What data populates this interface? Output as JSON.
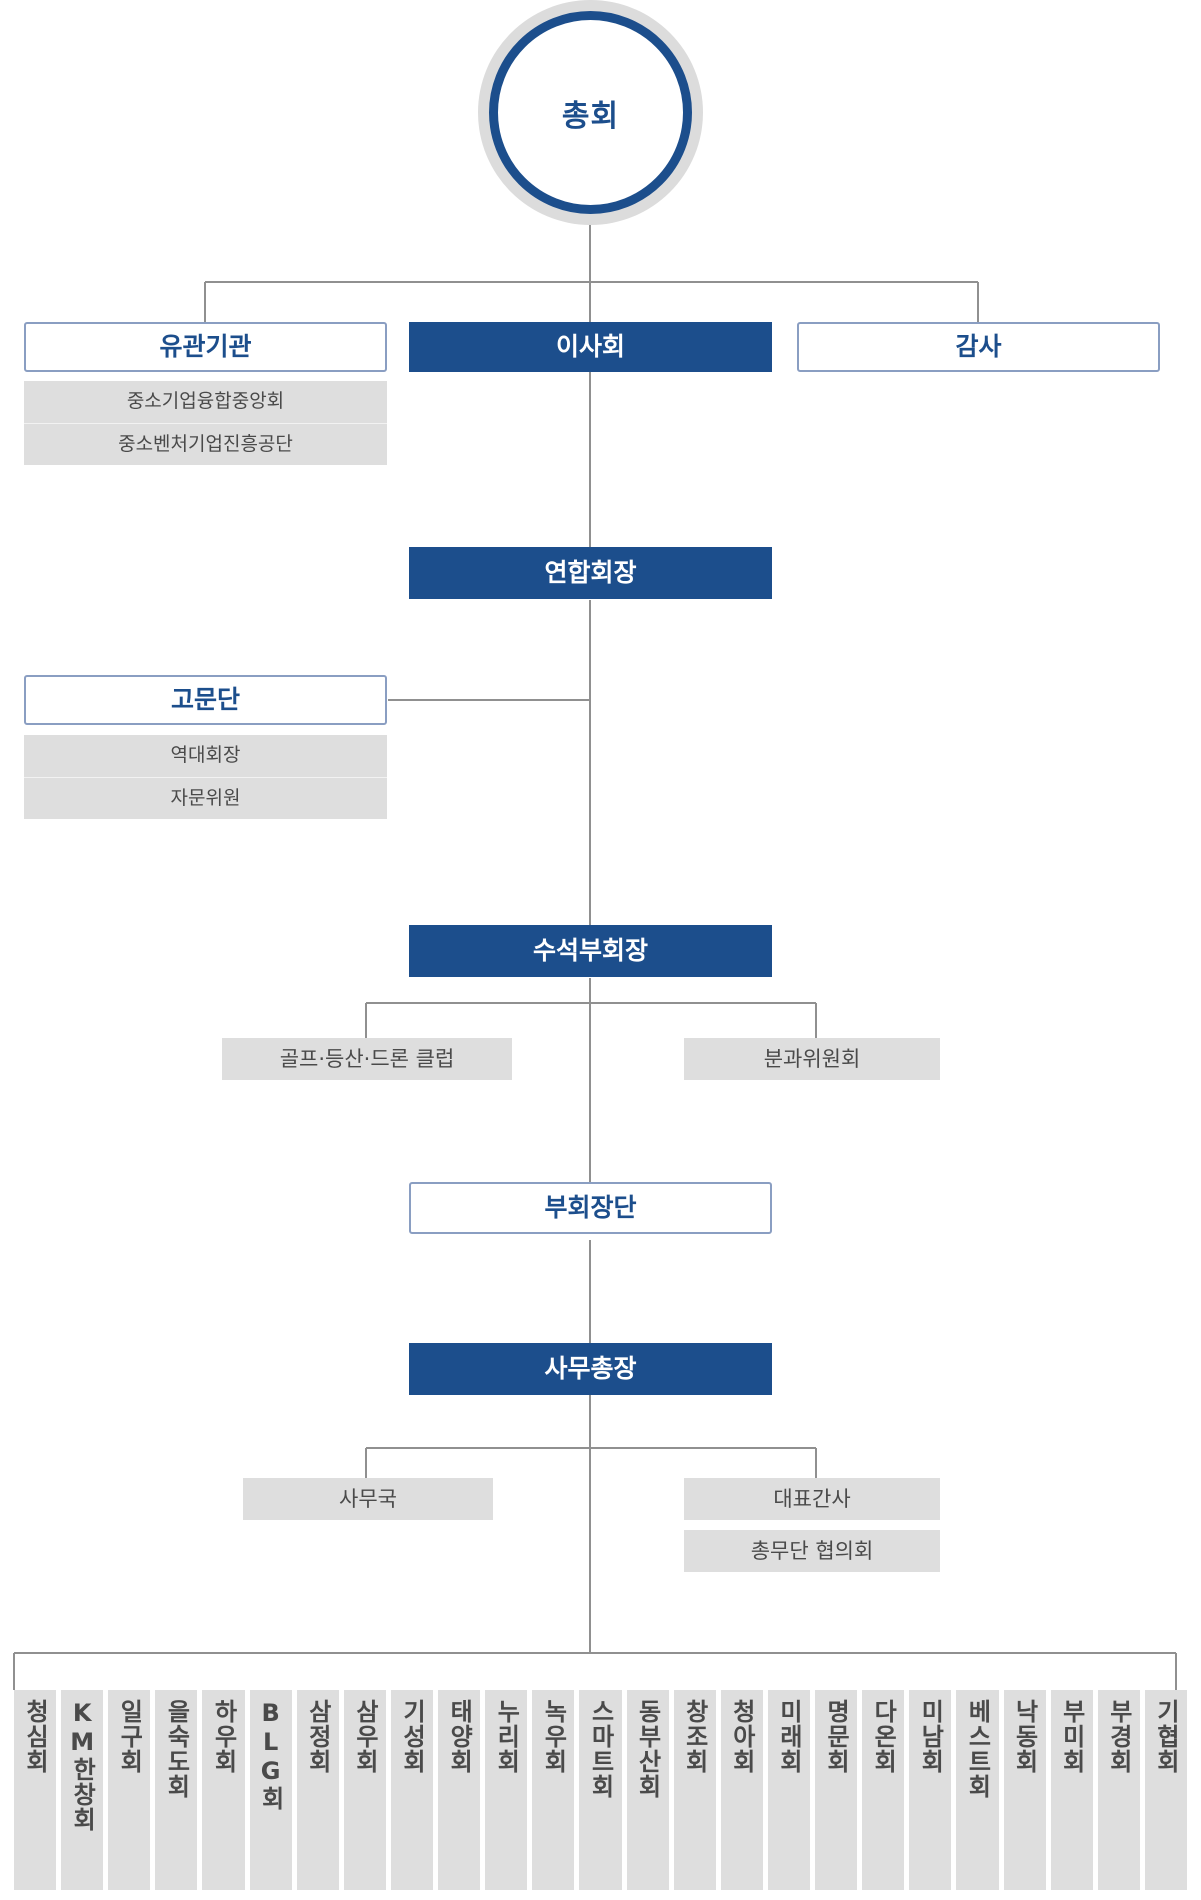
{
  "meta": {
    "title": "조직도",
    "colors": {
      "brand_blue": "#1c4e8c",
      "outline_blue": "#8a9ec2",
      "gray_fill": "#dedede",
      "ring_gray": "#dcdcdc",
      "line_gray": "#909090",
      "text_gray": "#4a4a4a"
    }
  },
  "root": {
    "label": "총회"
  },
  "tier1": {
    "left": {
      "header": "유관기관",
      "items": [
        "중소기업융합중앙회",
        "중소벤처기업진흥공단"
      ]
    },
    "center": {
      "label": "이사회"
    },
    "right": {
      "label": "감사"
    }
  },
  "chairman": {
    "label": "연합회장"
  },
  "advisors": {
    "header": "고문단",
    "items": [
      "역대회장",
      "자문위원"
    ]
  },
  "senior_vice_chair": {
    "label": "수석부회장",
    "children": [
      "골프·등산·드론 클럽",
      "분과위원회"
    ]
  },
  "vice_chairs": {
    "label": "부회장단"
  },
  "secretary_general": {
    "label": "사무총장",
    "left_children": [
      "사무국"
    ],
    "right_children": [
      "대표간사",
      "총무단 협의회"
    ]
  },
  "members": {
    "items": [
      "청심회",
      "KM한창회",
      "일구회",
      "을숙도회",
      "하우회",
      "BLG회",
      "삼정회",
      "삼우회",
      "기성회",
      "태양회",
      "누리회",
      "녹우회",
      "스마트회",
      "동부산회",
      "창조회",
      "청아회",
      "미래회",
      "명문회",
      "다온회",
      "미남회",
      "베스트회",
      "낙동회",
      "부미회",
      "부경회",
      "기협회"
    ]
  }
}
